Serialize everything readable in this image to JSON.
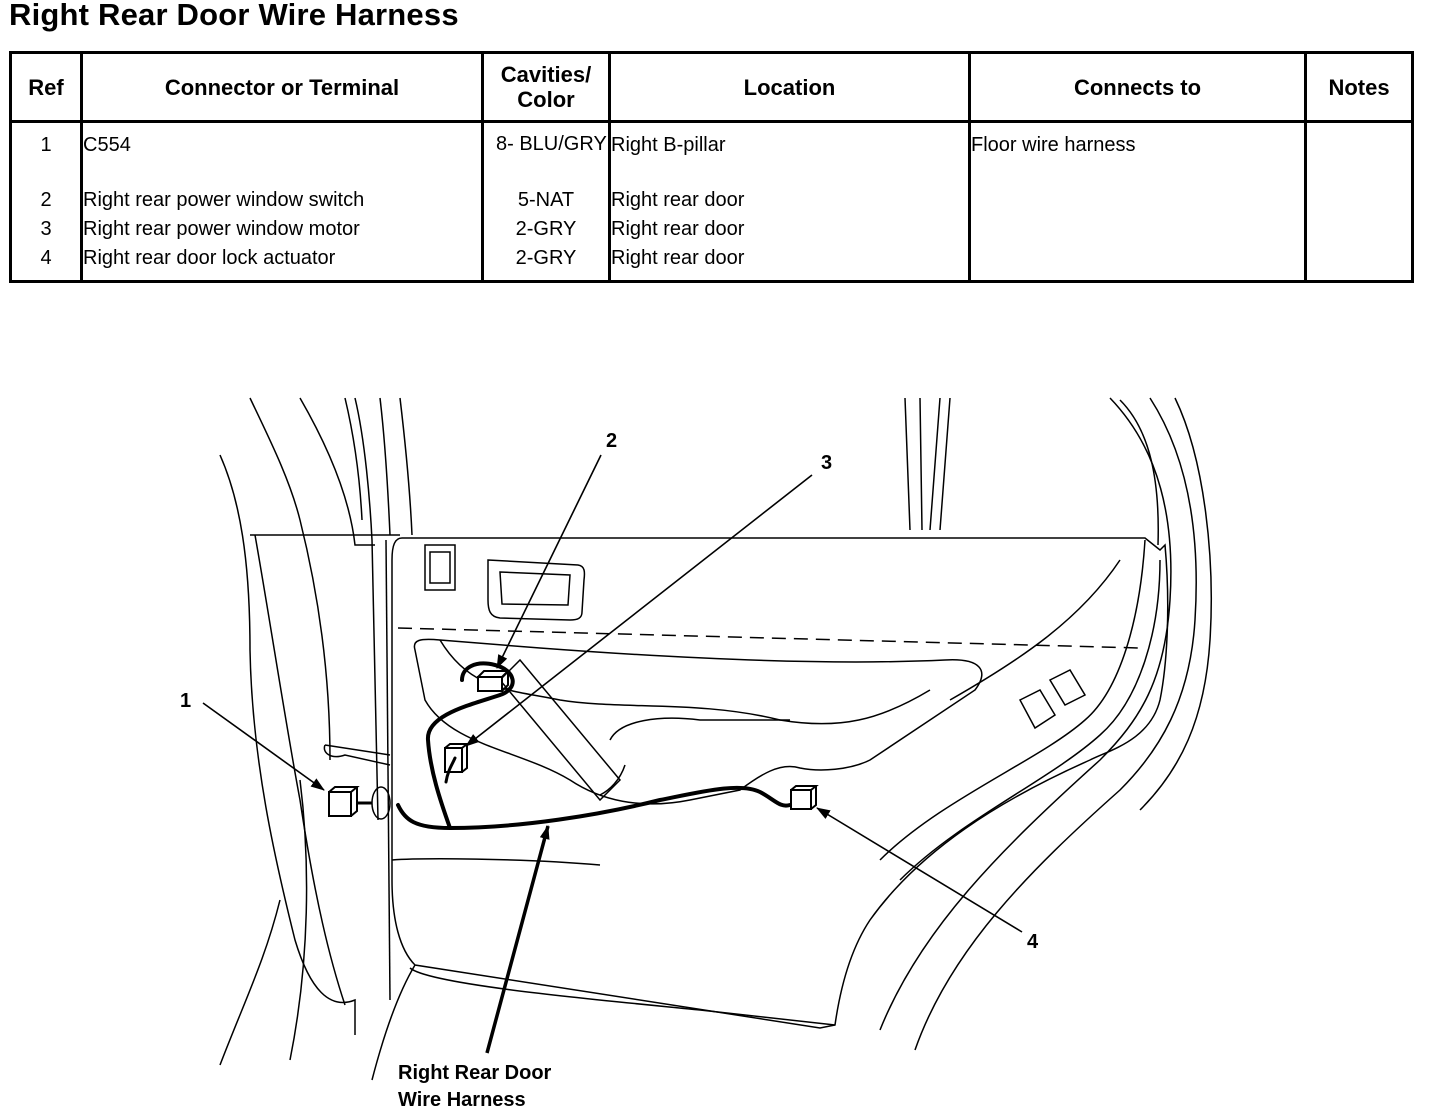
{
  "title": "Right Rear Door Wire Harness",
  "table": {
    "headers": {
      "ref": "Ref",
      "connector": "Connector or Terminal",
      "cavities": "Cavities/ Color",
      "location": "Location",
      "connects_to": "Connects to",
      "notes": "Notes"
    },
    "rows": [
      {
        "ref": "1",
        "connector": "C554",
        "cavities": "8- BLU/GRY",
        "location": "Right B-pillar",
        "connects_to": "Floor wire harness",
        "notes": ""
      },
      {
        "ref": "2",
        "connector": "Right rear power window switch",
        "cavities": "5-NAT",
        "location": "Right rear door",
        "connects_to": "",
        "notes": ""
      },
      {
        "ref": "3",
        "connector": "Right rear power window motor",
        "cavities": "2-GRY",
        "location": "Right rear door",
        "connects_to": "",
        "notes": ""
      },
      {
        "ref": "4",
        "connector": "Right rear door lock actuator",
        "cavities": "2-GRY",
        "location": "Right rear door",
        "connects_to": "",
        "notes": ""
      }
    ]
  },
  "diagram": {
    "callouts": [
      "1",
      "2",
      "3",
      "4"
    ],
    "harness_label_line1": "Right Rear Door",
    "harness_label_line2": "Wire Harness"
  }
}
